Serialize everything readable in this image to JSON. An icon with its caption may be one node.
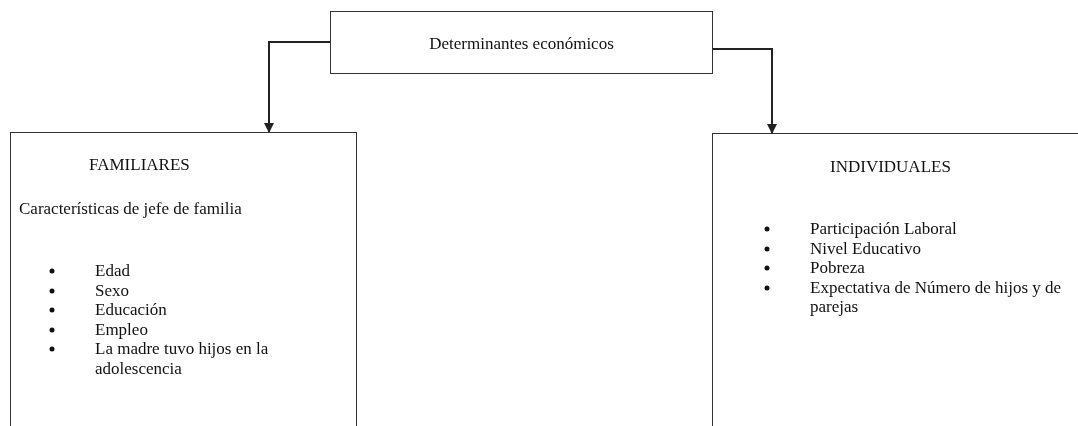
{
  "diagram": {
    "nodes": [
      {
        "text": [
          "Determinantes económicos"
        ]
      },
      {
        "text": [
          "FAMILIARES",
          "Características de jefe de familia",
          "Edad",
          "Sexo",
          "Educación",
          "Empleo",
          "La madre tuvo hijos en la adolescencia"
        ]
      },
      {
        "text": [
          "INDIVIDUALES",
          "Participación Laboral",
          "Nivel Educativo",
          "Pobreza",
          "Expectativa de Número de hijos y de parejas"
        ]
      }
    ],
    "edges": [
      {
        "from": 0,
        "to": 1,
        "arrow": "to"
      },
      {
        "from": 0,
        "to": 2,
        "arrow": "to"
      }
    ]
  }
}
